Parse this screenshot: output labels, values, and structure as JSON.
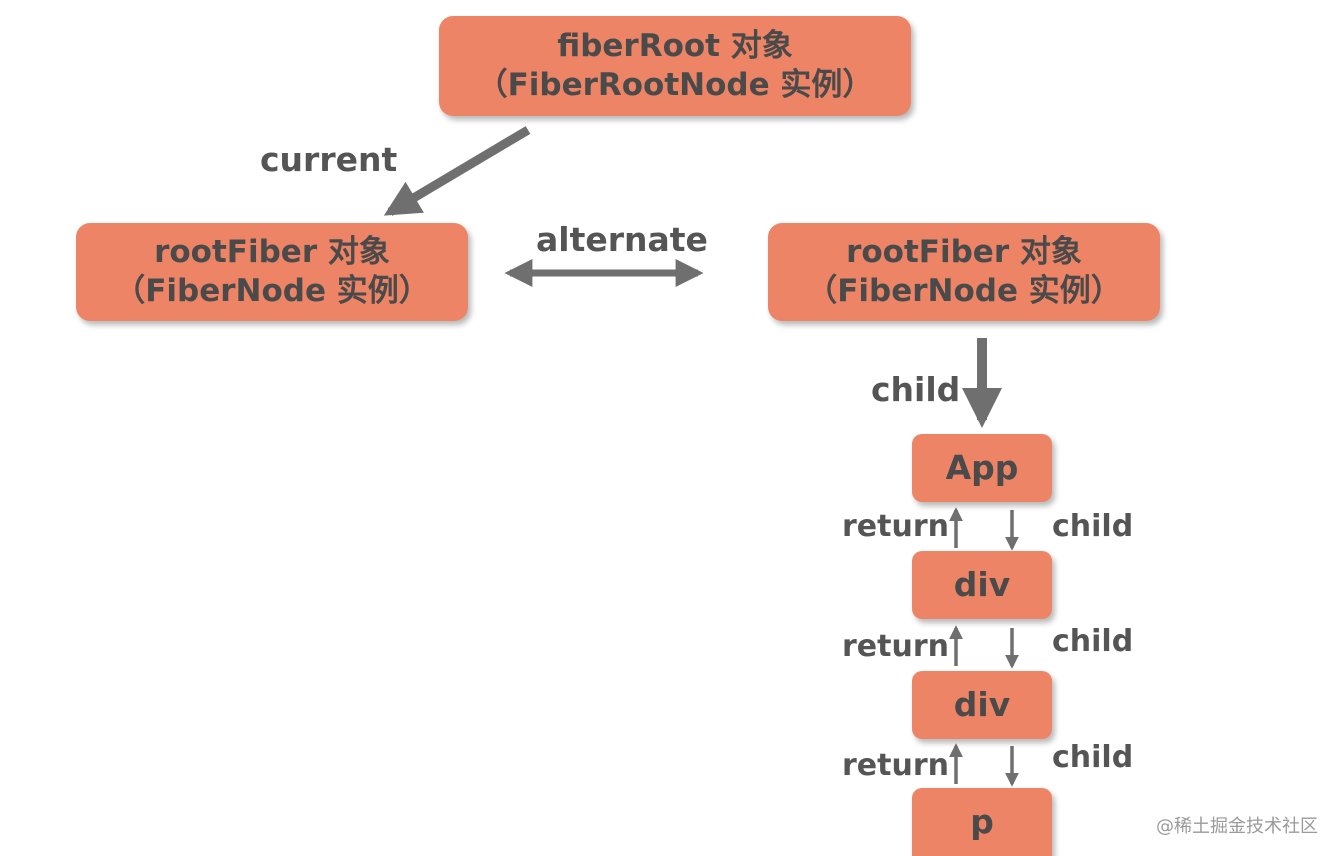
{
  "nodes": {
    "fiber_root": {
      "line1": "fiberRoot 对象",
      "line2": "（FiberRootNode 实例）"
    },
    "root_fiber_current": {
      "line1": "rootFiber 对象",
      "line2": "（FiberNode 实例）"
    },
    "root_fiber_alternate": {
      "line1": "rootFiber 对象",
      "line2": "（FiberNode 实例）"
    },
    "app": "App",
    "div_1": "div",
    "div_2": "div",
    "p": "p"
  },
  "edges": {
    "current": "current",
    "alternate": "alternate",
    "child_root": "child",
    "return_1": "return",
    "child_1": "child",
    "return_2": "return",
    "child_2": "child",
    "return_3": "return",
    "child_3": "child"
  },
  "watermark": "@稀土掘金技术社区",
  "colors": {
    "node_fill": "#ee8466",
    "text": "#4a4a4a",
    "arrow": "#6f6f6f"
  }
}
